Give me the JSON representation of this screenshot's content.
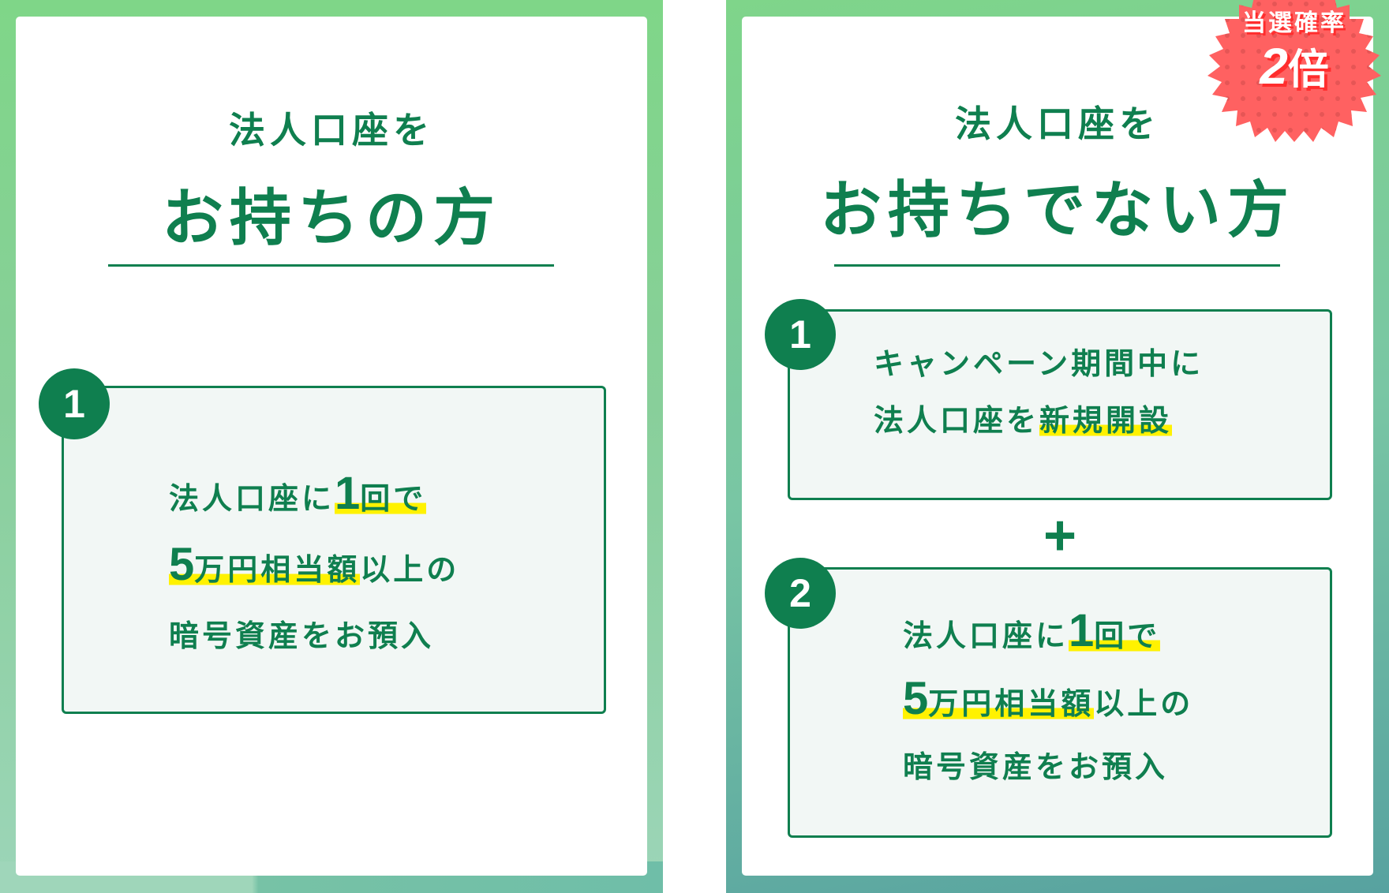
{
  "colors": {
    "brand_green": "#0f7f4f",
    "highlight_yellow": "#fff200",
    "box_bg": "#f2f7f5",
    "badge_red": "#ff6161",
    "badge_shadow": "#ff2d2d"
  },
  "left_panel": {
    "heading_line1": "法人口座を",
    "heading_line2": "お持ちの方",
    "steps": [
      {
        "number": "1",
        "lines": [
          {
            "pre": "法人口座に",
            "hl_num": "1",
            "hl_text": "回で",
            "post": ""
          },
          {
            "hl_num": "5",
            "hl_text": "万円相当額",
            "post": "以上の"
          },
          {
            "text": "暗号資産をお預入"
          }
        ]
      }
    ]
  },
  "right_panel": {
    "heading_line1": "法人口座を",
    "heading_line2": "お持ちでない方",
    "badge": {
      "line1": "当選確率",
      "number": "2",
      "suffix": "倍"
    },
    "steps": [
      {
        "number": "1",
        "lines": [
          {
            "text": "キャンペーン期間中に"
          },
          {
            "pre": "法人口座を",
            "hl_text": "新規開設"
          }
        ]
      },
      {
        "number": "2",
        "lines": [
          {
            "pre": "法人口座に",
            "hl_num": "1",
            "hl_text": "回で",
            "post": ""
          },
          {
            "hl_num": "5",
            "hl_text": "万円相当額",
            "post": "以上の"
          },
          {
            "text": "暗号資産をお預入"
          }
        ]
      }
    ],
    "connector": "+"
  }
}
